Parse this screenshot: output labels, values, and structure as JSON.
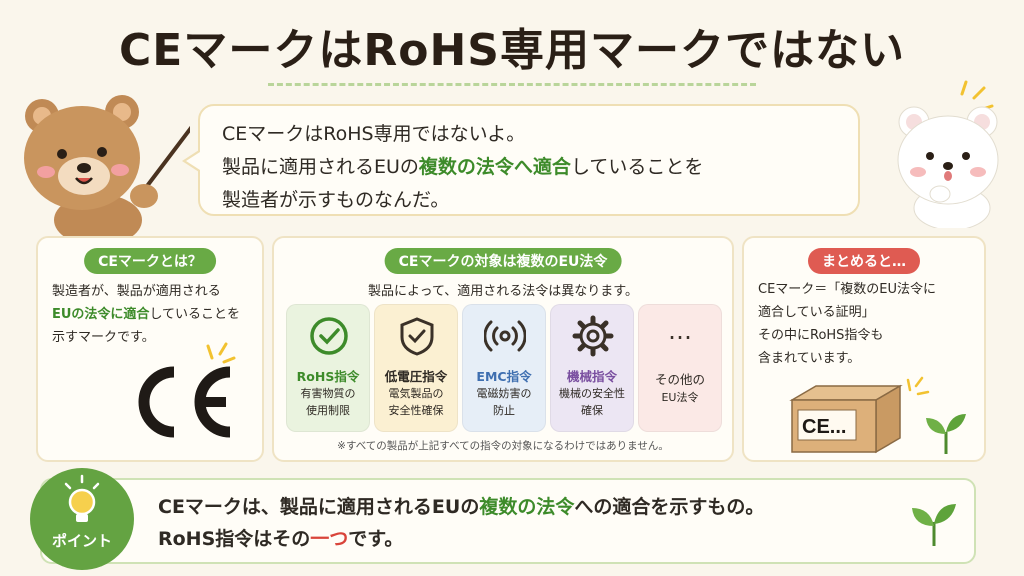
{
  "title": "CEマークはRoHS専用マークではない",
  "speech": {
    "line1": "CEマークはRoHS専用ではないよ。",
    "line2_pre": "製品に適用されるEUの",
    "line2_em": "複数の法令へ適合",
    "line2_post": "していることを",
    "line3": "製造者が示すものなんだ。"
  },
  "what_is": {
    "label": "CEマークとは？",
    "line1": "製造者が、製品が適用される",
    "line2_em": "EUの法令に適合",
    "line2_post": "していることを",
    "line3": "示すマークです。"
  },
  "targets": {
    "label": "CEマークの対象は複数のEU法令",
    "subtitle": "製品によって、適用される法令は異なります。",
    "cards": [
      {
        "name": "RoHS指令",
        "desc1": "有害物質の",
        "desc2": "使用制限",
        "bg": "#eaf3df",
        "name_color": "#3d8b2a",
        "icon": "check-circle-icon"
      },
      {
        "name": "低電圧指令",
        "desc1": "電気製品の",
        "desc2": "安全性確保",
        "bg": "#fbf0d2",
        "name_color": "#2f2a24",
        "icon": "shield-check-icon"
      },
      {
        "name": "EMC指令",
        "desc1": "電磁妨害の",
        "desc2": "防止",
        "bg": "#e6eef7",
        "name_color": "#3f6fb0",
        "icon": "signal-waves-icon"
      },
      {
        "name": "機械指令",
        "desc1": "機械の安全性",
        "desc2": "確保",
        "bg": "#ece6f3",
        "name_color": "#7a4fa0",
        "icon": "gear-icon"
      },
      {
        "name": "その他の",
        "desc1": "EU法令",
        "desc2": "",
        "bg": "#fbe9e6",
        "name_color": "#2f2a24",
        "icon": "ellipsis-icon",
        "label_top": "…"
      }
    ],
    "note": "※すべての製品が上記すべての指令の対象になるわけではありません。"
  },
  "summary": {
    "label": "まとめると…",
    "line1": "CEマーク＝「複数のEU法令に",
    "line2": "適合している証明」",
    "line3": "その中にRoHS指令も",
    "line4": "含まれています。",
    "box_label": "CE..."
  },
  "point": {
    "badge": "ポイント",
    "line1_pre": "CEマークは、製品に適用されるEUの",
    "line1_em": "複数の法令",
    "line1_post": "への適合を示すもの。",
    "line2_pre": "RoHS指令はその",
    "line2_em": "一つ",
    "line2_post": "です。"
  },
  "colors": {
    "accent_green": "#69aa45",
    "accent_red": "#df5b52",
    "background": "#faf6ec"
  }
}
